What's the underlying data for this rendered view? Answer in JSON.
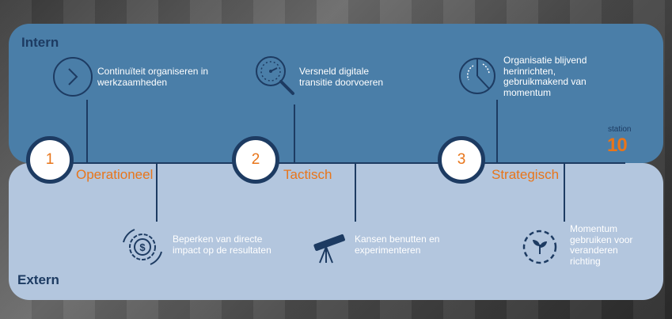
{
  "zones": {
    "top": "Intern",
    "bottom": "Extern"
  },
  "phases": [
    {
      "number": "1",
      "name": "Operationeel",
      "intern": "Continuïteit organiseren in werkzaamheden",
      "extern": "Beperken van directe impact op de resultaten"
    },
    {
      "number": "2",
      "name": "Tactisch",
      "intern": "Versneld digitale transitie doorvoeren",
      "extern": "Kansen benutten en experimenteren"
    },
    {
      "number": "3",
      "name": "Strategisch",
      "intern": "Organisatie blijvend herinrichten, gebruikmakend van momentum",
      "extern": "Momentum gebruiken voor veranderen richting"
    }
  ],
  "logo": {
    "top": "station",
    "bottom": "10"
  },
  "colors": {
    "top_panel": "#4a7ea8",
    "bottom_panel": "#b3c6de",
    "navy": "#1d3b62",
    "accent": "#e8751a"
  },
  "icons": [
    "chevron-circle-icon",
    "magnifier-gauge-icon",
    "pie-chart-icon",
    "gear-dollar-icon",
    "telescope-icon",
    "refresh-plant-icon"
  ]
}
